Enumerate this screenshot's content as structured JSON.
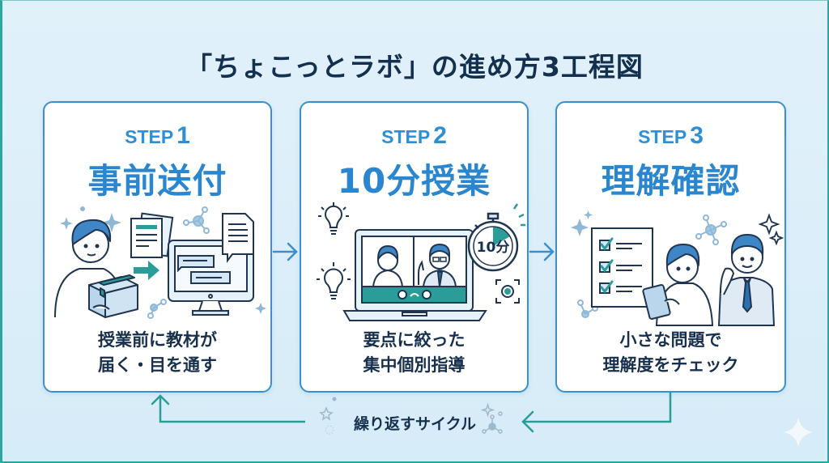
{
  "title": "「ちょこっとラボ」の進め方3工程図",
  "colors": {
    "accent_blue": "#2e8fd4",
    "card_border": "#3a8fcc",
    "teal": "#2a9d98",
    "text_dark": "#17304d"
  },
  "steps": [
    {
      "label": "STEP",
      "number": "1",
      "title": "事前送付",
      "description_lines": [
        "授業前に教材が",
        "届く・目を通す"
      ],
      "illustration": "student-receiving-package-and-monitor"
    },
    {
      "label": "STEP",
      "number": "2",
      "title": "10分授業",
      "description_lines": [
        "要点に絞った",
        "集中個別指導"
      ],
      "illustration": "laptop-video-call-with-timer",
      "timer_text": "10分"
    },
    {
      "label": "STEP",
      "number": "3",
      "title": "理解確認",
      "description_lines": [
        "小さな問題で",
        "理解度をチェック"
      ],
      "illustration": "checklist-student-tablet-teacher"
    }
  ],
  "cycle": {
    "label": "繰り返すサイクル"
  }
}
